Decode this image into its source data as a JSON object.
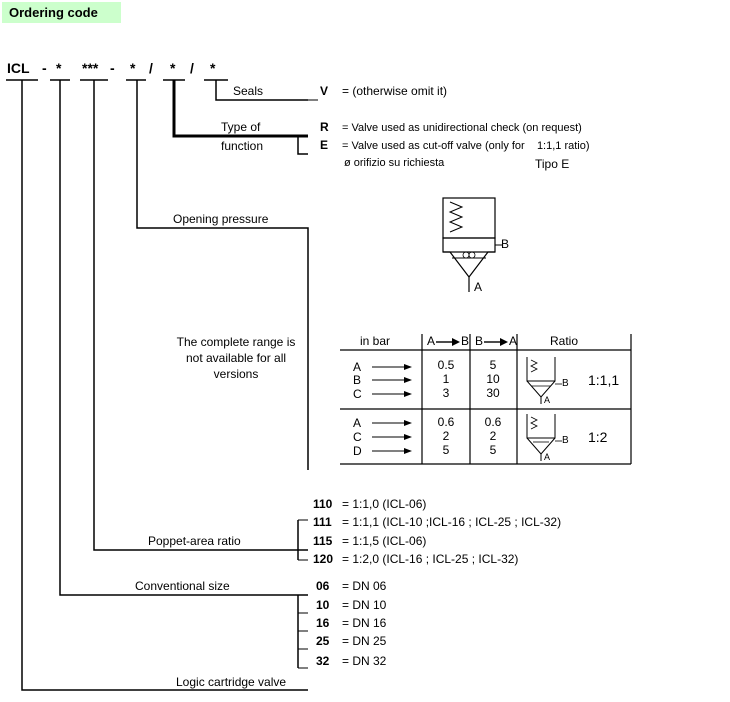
{
  "title": "Ordering code",
  "code": {
    "prefix": "ICL",
    "d1": "-",
    "s1": "*",
    "s2": "***",
    "d2": "-",
    "s3": "*",
    "sl1": "/",
    "s4": "*",
    "sl2": "/",
    "s5": "*"
  },
  "fields": {
    "seals": {
      "label": "Seals",
      "options": [
        {
          "code": "V",
          "desc": "= (otherwise omit it)"
        }
      ]
    },
    "function": {
      "label_line1": "Type of",
      "label_line2": "function",
      "options": [
        {
          "code": "R",
          "desc": "= Valve used as unidirectional check (on request)"
        },
        {
          "code": "E",
          "desc": "= Valve used as cut-off valve (only for    1:1,1 ratio)"
        }
      ],
      "note": "ø orifizio su richiesta",
      "symbol_caption": "Tipo E"
    },
    "opening_pressure": {
      "label": "Opening pressure",
      "note_line1": "The complete range is",
      "note_line2": "not available for all",
      "note_line3": "versions"
    },
    "poppet_area_ratio": {
      "label": "Poppet-area ratio",
      "options": [
        {
          "code": "110",
          "desc": "= 1:1,0 (ICL-06)"
        },
        {
          "code": "111",
          "desc": "= 1:1,1 (ICL-10 ;ICL-16 ; ICL-25 ; ICL-32)"
        },
        {
          "code": "115",
          "desc": "= 1:1,5 (ICL-06)"
        },
        {
          "code": "120",
          "desc": "= 1:2,0 (ICL-16 ; ICL-25 ; ICL-32)"
        }
      ]
    },
    "conventional_size": {
      "label": "Conventional size",
      "options": [
        {
          "code": "06",
          "desc": "= DN 06"
        },
        {
          "code": "10",
          "desc": "= DN 10"
        },
        {
          "code": "16",
          "desc": "= DN 16"
        },
        {
          "code": "25",
          "desc": "= DN 25"
        },
        {
          "code": "32",
          "desc": "= DN 32"
        }
      ]
    },
    "logic": {
      "label": "Logic cartridge valve"
    }
  },
  "symbol": {
    "port_b": "B",
    "port_a": "A"
  },
  "pressure_table": {
    "headers": [
      "in bar",
      "A",
      "B",
      "B",
      "A",
      "Ratio"
    ],
    "group1": {
      "codes": [
        "A",
        "B",
        "C"
      ],
      "ab": [
        "0.5",
        "1",
        "3"
      ],
      "ba": [
        "5",
        "10",
        "30"
      ],
      "ratio": "1:1,1"
    },
    "group2": {
      "codes": [
        "A",
        "C",
        "D"
      ],
      "ab": [
        "0.6",
        "2",
        "5"
      ],
      "ba": [
        "0.6",
        "2",
        "5"
      ],
      "ratio": "1:2"
    }
  }
}
